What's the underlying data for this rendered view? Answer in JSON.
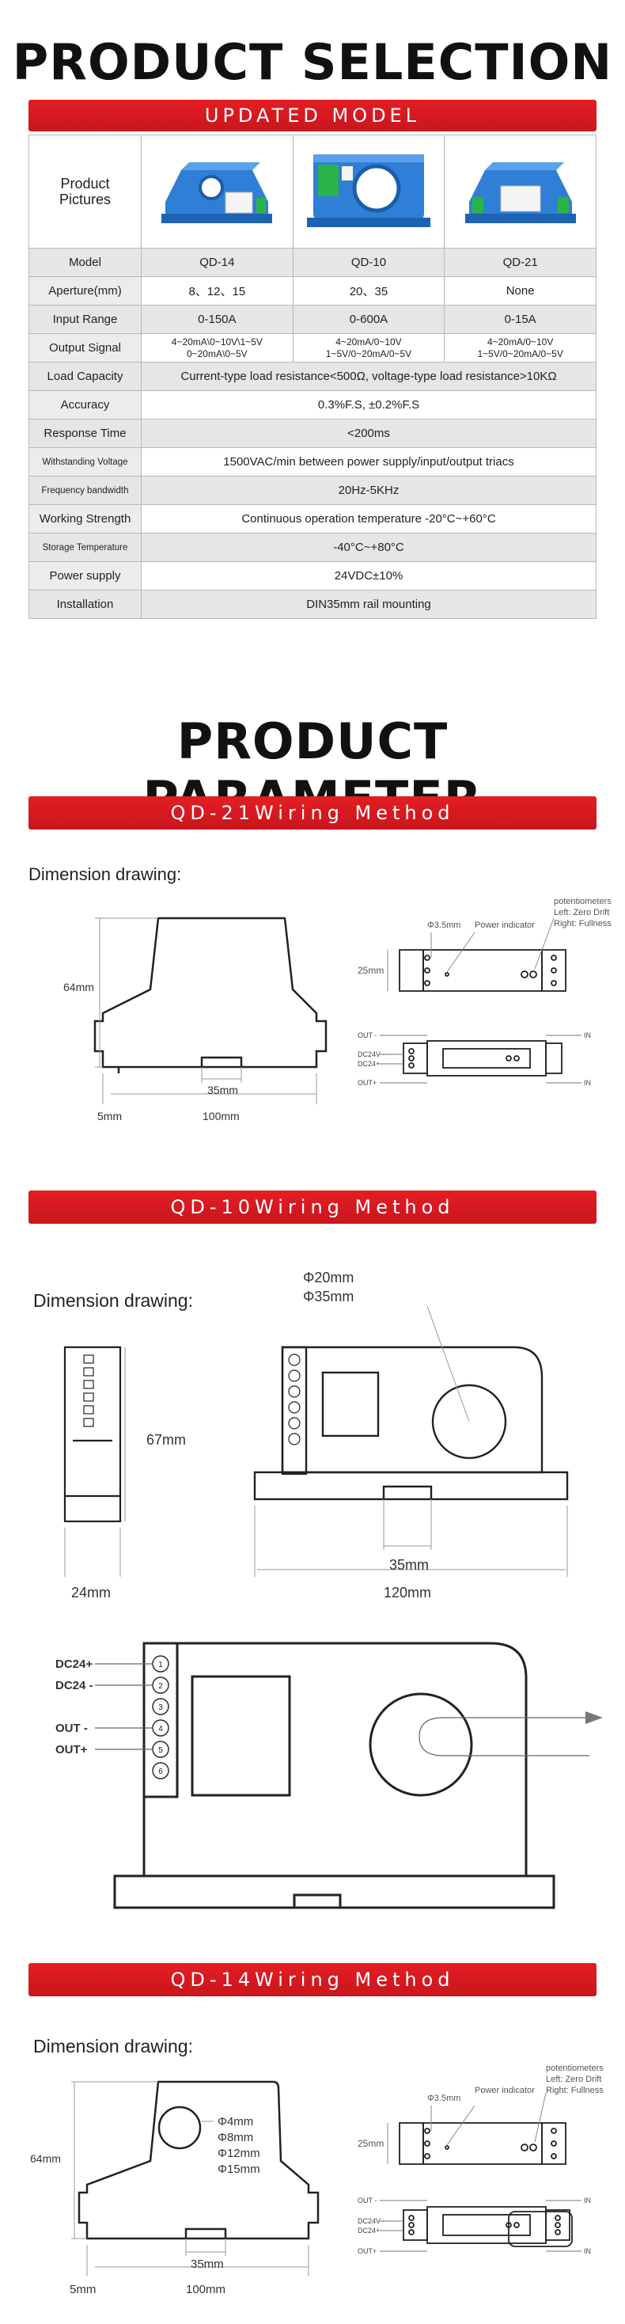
{
  "selection": {
    "title": "PRODUCT SELECTION",
    "banner": "UPDATED MODEL",
    "pictures_label": "Product Pictures",
    "rows": [
      {
        "label": "Model",
        "cells": [
          "QD-14",
          "QD-10",
          "QD-21"
        ]
      },
      {
        "label": "Aperture(mm)",
        "cells": [
          "8、12、15",
          "20、35",
          "None"
        ]
      },
      {
        "label": "Input Range",
        "cells": [
          "0-150A",
          "0-600A",
          "0-15A"
        ]
      },
      {
        "label": "Output Signal",
        "cells": [
          "4~20mA\\0~10V\\1~5V\n0~20mA\\0~5V",
          "4~20mA/0~10V\n1~5V/0~20mA/0~5V",
          "4~20mA/0~10V\n1~5V/0~20mA/0~5V"
        ]
      },
      {
        "label": "Load Capacity",
        "span": "Current-type load resistance<500Ω, voltage-type load resistance>10KΩ"
      },
      {
        "label": "Accuracy",
        "span": "0.3%F.S, ±0.2%F.S"
      },
      {
        "label": "Response Time",
        "span": "<200ms"
      },
      {
        "label": "Withstanding Voltage",
        "span": "1500VAC/min between power supply/input/output triacs"
      },
      {
        "label": "Frequency bandwidth",
        "span": "20Hz-5KHz"
      },
      {
        "label": "Working Strength",
        "span": "Continuous operation temperature -20°C~+60°C"
      },
      {
        "label": "Storage Temperature",
        "span": "-40°C~+80°C"
      },
      {
        "label": "Power supply",
        "span": "24VDC±10%"
      },
      {
        "label": "Installation",
        "span": "DIN35mm rail mounting"
      }
    ]
  },
  "parameter": {
    "title": "PRODUCT PARAMETER",
    "qd21": {
      "banner": "QD-21Wiring Method",
      "dimension_label": "Dimension drawing:",
      "height": "64mm",
      "rail": "35mm",
      "width": "100mm",
      "side": "5mm",
      "hole": "Φ3.5mm",
      "power": "Power indicator",
      "pots_title": "potentiometers",
      "pots_left": "Left: Zero Drift",
      "pots_right": "Right: Fullness",
      "depth": "25mm",
      "out_minus": "OUT -",
      "dc24_minus": "DC24V -",
      "dc24_plus": "DC24+",
      "out_plus": "OUT+",
      "in1": "IN",
      "in2": "IN"
    },
    "qd10": {
      "banner": "QD-10Wiring Method",
      "dimension_label": "Dimension drawing:",
      "phi1": "Φ20mm",
      "phi2": "Φ35mm",
      "height": "67mm",
      "thickness": "24mm",
      "rail": "35mm",
      "width": "120mm",
      "dc24_plus": "DC24+",
      "dc24_minus": "DC24 -",
      "out_minus": "OUT -",
      "out_plus": "OUT+",
      "terminals": [
        "1",
        "2",
        "3",
        "4",
        "5",
        "6"
      ]
    },
    "qd14": {
      "banner": "QD-14Wiring Method",
      "dimension_label": "Dimension drawing:",
      "phis": [
        "Φ4mm",
        "Φ8mm",
        "Φ12mm",
        "Φ15mm"
      ],
      "height": "64mm",
      "rail": "35mm",
      "width": "100mm",
      "side": "5mm",
      "hole": "Φ3.5mm",
      "power": "Power indicator",
      "pots_title": "potentiometers",
      "pots_left": "Left: Zero Drift",
      "pots_right": "Right: Fullness",
      "depth": "25mm",
      "out_minus": "OUT -",
      "dc24_minus": "DC24V -",
      "dc24_plus": "DC24+",
      "out_plus": "OUT+",
      "in1": "IN",
      "in2": "IN"
    }
  }
}
